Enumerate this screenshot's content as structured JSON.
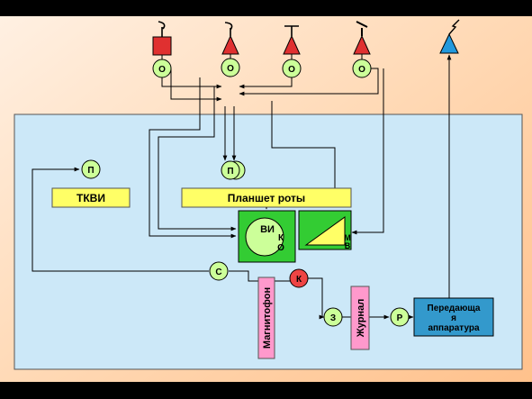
{
  "sensors": {
    "node_label": "О"
  },
  "nodes": {
    "p1": "П",
    "p2": "П",
    "s": "С",
    "k": "К",
    "z": "З",
    "r": "Р"
  },
  "blocks": {
    "tkvi": "ТКВИ",
    "planshet": "Планшет роты",
    "vi": "ВИ",
    "vi_ko_k": "К",
    "vi_ko_o": "О",
    "mv_m": "М",
    "mv_v": "В",
    "magnitofon": "Магнитофон",
    "zhurnal": "Журнал",
    "transmitter_line1": "Передающа",
    "transmitter_line2": "я",
    "transmitter_line3": "аппаратура"
  },
  "colors": {
    "panel": "#cce8f8",
    "node_green": "#ccff99",
    "block_yellow": "#ffff66",
    "block_green": "#33cc33",
    "block_pink": "#ff99cc",
    "transmitter": "#3399cc",
    "sensor_red": "#e03030",
    "antenna_blue": "#2299dd",
    "node_red": "#ee4444"
  }
}
